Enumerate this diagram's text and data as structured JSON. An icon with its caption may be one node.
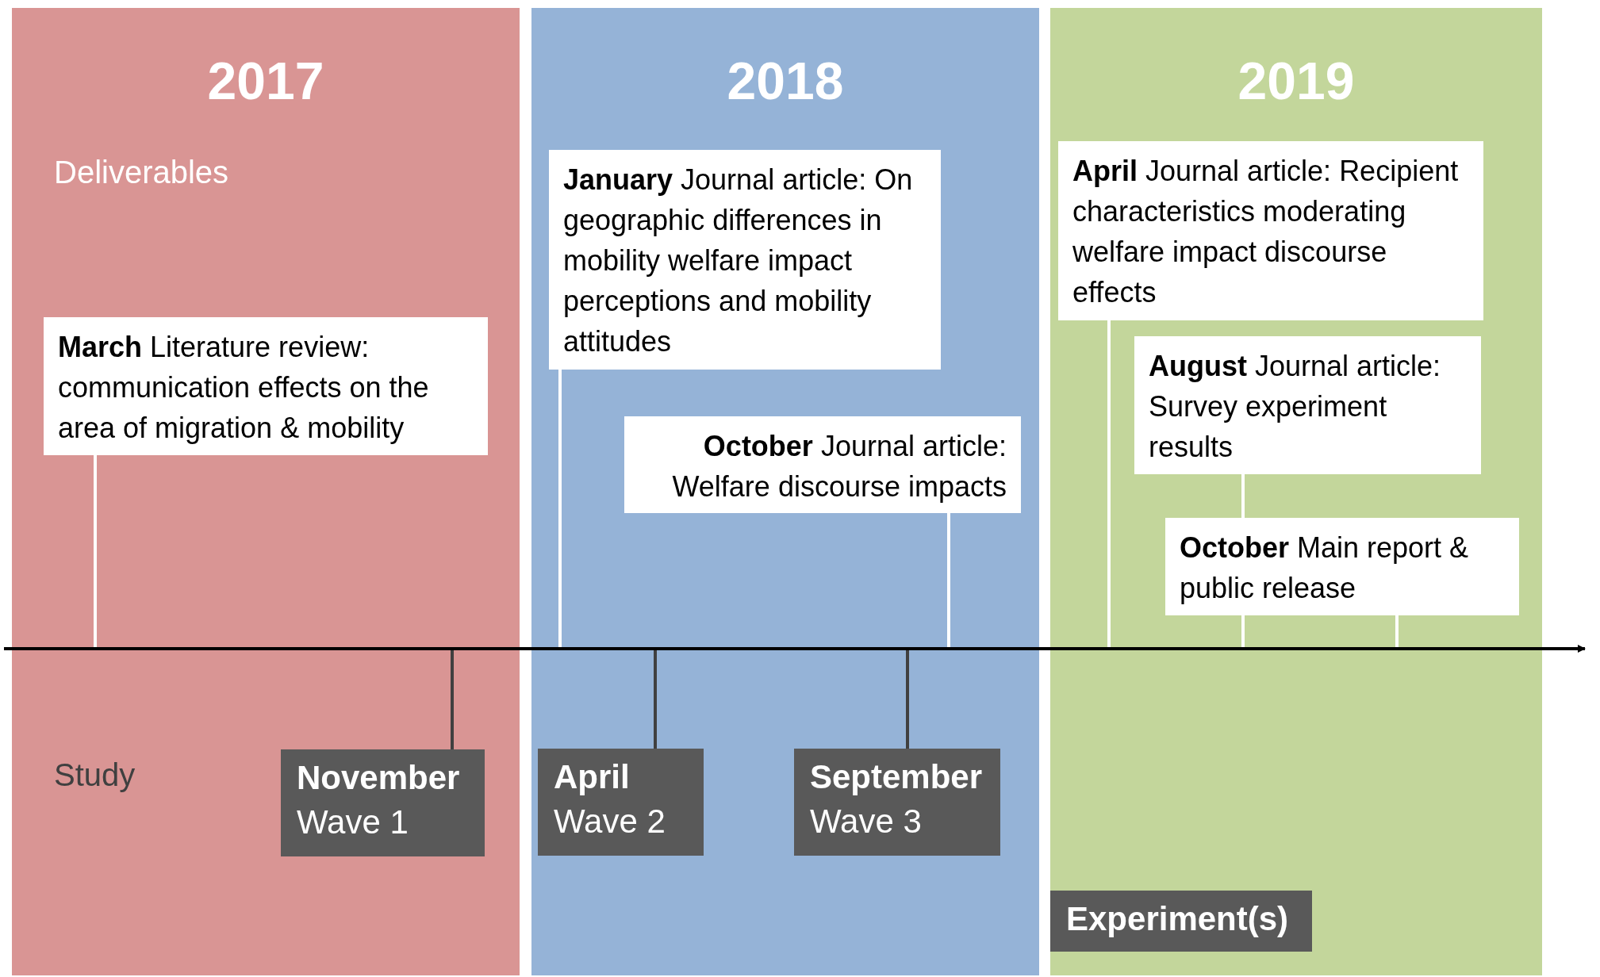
{
  "diagram": {
    "nodes": [
      {
        "text": [
          "2017"
        ]
      },
      {
        "text": [
          "2018"
        ]
      },
      {
        "text": [
          "2019"
        ]
      },
      {
        "text": [
          "**March** Literature review: communication effects on the area of migration & mobility"
        ],
        "in": 0
      },
      {
        "text": [
          "**January** Journal article: On geographic differences in mobility welfare impact perceptions and mobility attitudes"
        ],
        "in": 1
      },
      {
        "text": [
          "**October** Journal article: Welfare discourse impacts"
        ],
        "in": 1
      },
      {
        "text": [
          "**April** Journal article: Recipient characteristics moderating welfare impact discourse effects"
        ],
        "in": 2
      },
      {
        "text": [
          "**August** Journal article: Survey experiment results"
        ],
        "in": 2
      },
      {
        "text": [
          "**October** Main report & public release"
        ],
        "in": 2
      },
      {
        "text": [
          "November",
          "Wave 1"
        ],
        "in": 0
      },
      {
        "text": [
          "April",
          "Wave 2"
        ],
        "in": 1
      },
      {
        "text": [
          "September",
          "Wave 3"
        ],
        "in": 1
      },
      {
        "text": [
          "Experiment(s)"
        ],
        "in": 2
      }
    ],
    "edges": [
      {
        "from": 3,
        "to": null,
        "arrow": "none",
        "color": "#ffffff"
      },
      {
        "from": 4,
        "to": null,
        "arrow": "none",
        "color": "#ffffff"
      },
      {
        "from": 5,
        "to": null,
        "arrow": "none",
        "color": "#ffffff"
      },
      {
        "from": 6,
        "to": null,
        "arrow": "none",
        "color": "#ffffff"
      },
      {
        "from": 7,
        "to": null,
        "arrow": "none",
        "color": "#ffffff"
      },
      {
        "from": 8,
        "to": null,
        "arrow": "none",
        "color": "#ffffff"
      },
      {
        "from": null,
        "to": 9,
        "arrow": "none",
        "color": "#404040"
      },
      {
        "from": null,
        "to": 10,
        "arrow": "none",
        "color": "#404040"
      },
      {
        "from": null,
        "to": 11,
        "arrow": "none",
        "color": "#404040"
      }
    ],
    "labels": [
      "Deliverables",
      "Study"
    ]
  }
}
